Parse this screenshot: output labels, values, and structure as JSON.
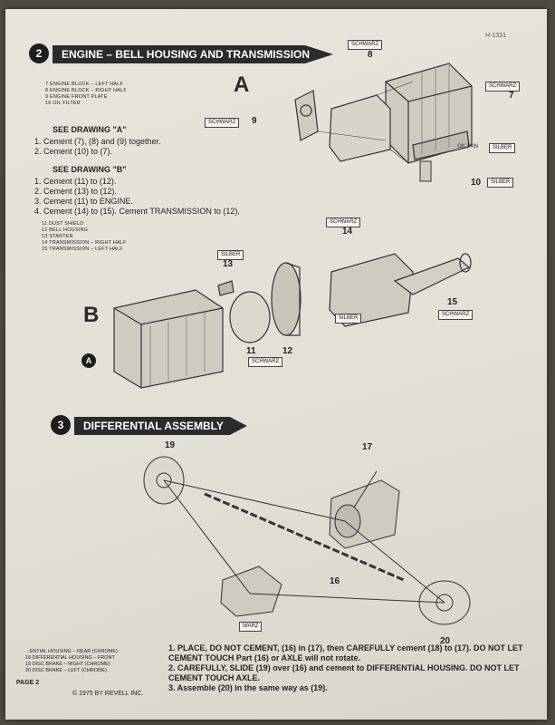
{
  "page": {
    "code": "H-1331",
    "page_label": "PAGE 2",
    "copyright": "© 1975 BY REVELL INC."
  },
  "section2": {
    "number": "2",
    "title": "ENGINE – BELL HOUSING AND TRANSMISSION",
    "parts_a": [
      "7 ENGINE BLOCK – LEFT HALF",
      "8 ENGINE BLOCK – RIGHT HALF",
      "9 ENGINE FRONT PLATE",
      "10 OIL FILTER"
    ],
    "see_a": "SEE DRAWING \"A\"",
    "steps_a": [
      "1. Cement (7), (8) and (9) together.",
      "2. Cement (10) to (7)."
    ],
    "see_b": "SEE DRAWING \"B\"",
    "steps_b": [
      "1. Cement (11) to (12).",
      "2. Cement (13) to (12).",
      "3. Cement (11) to ENGINE.",
      "4. Cement (14) to (15). Cement TRANSMISSION to (12)."
    ],
    "parts_b": [
      "11 DUST SHIELD",
      "12 BELL HOUSING",
      "13 STARTER",
      "14 TRANSMISSION – RIGHT HALF",
      "15 TRANSMISSION – LEFT HALF"
    ],
    "drawing_a": {
      "letter": "A",
      "labels": {
        "p8": "8",
        "p7": "7",
        "p9": "9",
        "p10": "10"
      },
      "tags": {
        "schwarz": "SCHWARZ",
        "silber": "SILBER",
        "oil_pan": "OIL PAN"
      }
    },
    "drawing_b": {
      "letter": "B",
      "marker": "A",
      "labels": {
        "p11": "11",
        "p12": "12",
        "p13": "13",
        "p14": "14",
        "p15": "15"
      },
      "tags": {
        "schwarz": "SCHWARZ",
        "silber": "SILBER"
      }
    }
  },
  "section3": {
    "number": "3",
    "title": "DIFFERENTIAL ASSEMBLY",
    "labels": {
      "p16": "16",
      "p17": "17",
      "p19": "19",
      "p20": "20"
    },
    "tag_partial": "WARZ",
    "parts_list": [
      "...ENTIAL HOUSING – REAR (CHROME)",
      "18 DIFFERENTIAL HOUSING – FRONT",
      "19 DISC BRAKE – RIGHT (CHROME)",
      "20 DISC BRAKE – LEFT (CHROME)"
    ],
    "instructions": [
      "1. PLACE, DO NOT CEMENT, (16) in (17), then CAREFULLY cement (18) to (17). DO NOT LET CEMENT TOUCH Part (16) or AXLE will not rotate.",
      "2. CAREFULLY, SLIDE (19) over (16) and cement to DIFFERENTIAL HOUSING. DO NOT LET CEMENT TOUCH AXLE.",
      "3. Assemble (20) in the same way as (19)."
    ]
  }
}
